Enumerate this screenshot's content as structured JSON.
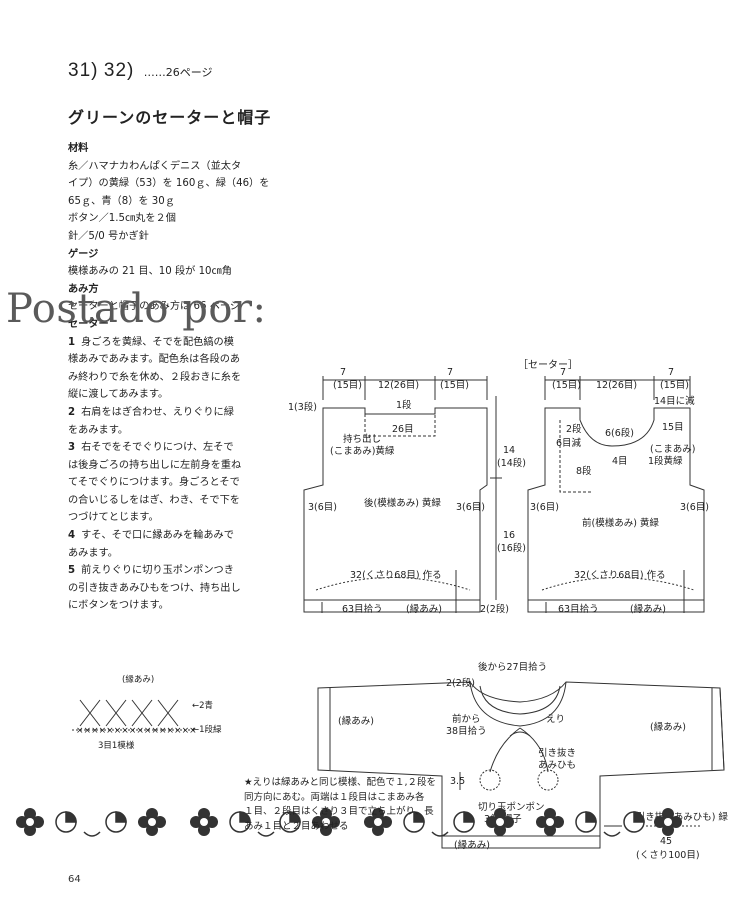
{
  "header": {
    "item_a": "31",
    "item_b": "32",
    "page_ref": "……26ページ"
  },
  "title": "グリーンのセーターと帽子",
  "materials": {
    "heading": "材料",
    "lines": [
      "糸／ハマナカわんぱくデニス（並太タ",
      "イプ）の黄緑（53）を 160ｇ、緑（46）を",
      "65ｇ、青（8）を 30ｇ",
      "ボタン／1.5㎝丸を２個",
      "針／5/0 号かぎ針"
    ]
  },
  "gauge": {
    "heading": "ゲージ",
    "line": "模様あみの 21 目、10 段が 10㎝角"
  },
  "method": {
    "heading": "あみ方",
    "line": "セーターと帽子のあみ方は 66 ページ"
  },
  "sweater_section": {
    "heading": "セーター"
  },
  "steps": [
    {
      "num": "1",
      "lines": [
        "身ごろを黄緑、そでを配色縞の模",
        "様あみであみます。配色糸は各段のあ",
        "み終わりで糸を休め、２段おきに糸を",
        "縦に渡してあみます。"
      ]
    },
    {
      "num": "2",
      "lines": [
        "右肩をはぎ合わせ、えりぐりに緑",
        "をあみます。"
      ]
    },
    {
      "num": "3",
      "lines": [
        "右そでをそでぐりにつけ、左そで",
        "は後身ごろの持ち出しに左前身を重ね",
        "てそでぐりにつけます。身ごろとそで",
        "の合いじるしをはぎ、わき、そで下を",
        "つづけてとじます。"
      ]
    },
    {
      "num": "4",
      "lines": [
        "すそ、そで口に縁あみを輪あみで",
        "あみます。"
      ]
    },
    {
      "num": "5",
      "lines": [
        "前えりぐりに切り玉ポンポンつき",
        "の引き抜きあみひもをつけ、持ち出し",
        "にボタンをつけます。"
      ]
    }
  ],
  "watermark": "Postado por:",
  "diagram": {
    "section_label": "［セーター］",
    "back": {
      "top_dims": [
        "7",
        "(15目)",
        "12(26目)",
        "7",
        "(15目)"
      ],
      "shoulder_note": "1(3段)",
      "neck_rows": "1段",
      "neck_sts": "26目",
      "flap_a": "持ち出し",
      "flap_b": "(こまあみ)黄緑",
      "center": "後(模様あみ) 黄緑",
      "armhole_left": "3(6目)",
      "armhole_right": "3(6目)",
      "cast_on": "32(くさり68目) 作る",
      "pickup": "63目拾う",
      "edge": "(縁あみ)",
      "hem_rows": "2(2段)"
    },
    "height": {
      "upper": "14",
      "upper_rows": "(14段)",
      "lower": "16",
      "lower_rows": "(16段)"
    },
    "front": {
      "top_dims": [
        "7",
        "(15目)",
        "12(26目)",
        "7",
        "(15目)"
      ],
      "side_note": "14目に減",
      "shoulder_a": "2段",
      "neck_a": "6目減",
      "neck_b": "6(6段)",
      "neck_c": "15目",
      "neck_d": "(こまあみ)",
      "neck_e": "1段黄緑",
      "drop_a": "8段",
      "drop_b": "4目",
      "center": "前(模様あみ) 黄緑",
      "armhole_left": "3(6目)",
      "armhole_right": "3(6目)",
      "cast_on": "32(くさり68目) 作る",
      "pickup": "63目拾う",
      "edge": "(縁あみ)"
    },
    "chart": {
      "label": "(縁あみ)",
      "row2": "←2青",
      "row1": "←1段緑",
      "repeat": "3目1模様"
    },
    "assembled": {
      "top_pickup": "後から27目拾う",
      "collar_rows": "2(2段)",
      "front_pickup_a": "前から",
      "front_pickup_b": "38目拾う",
      "collar": "えり",
      "cuff_left": "(縁あみ)",
      "cuff_right": "(縁あみ)",
      "cord_a": "引き抜き",
      "cord_b": "あみひも",
      "pompom_height": "3.5",
      "pompom_label": "切り玉ポンポン",
      "pompom_color": "3個 帽子",
      "hem": "(縁あみ)",
      "cord_detail": "(引き抜きあみひも) 緑",
      "cord_len": "45",
      "cord_chain": "(くさり100目)"
    },
    "note_lines": [
      "★えりは緑あみと同じ模様、配色で１,２段を",
      "同方向にあむ。両端は１段目はこまあみ各",
      "１目、２段目はくさり３目で立ち上がり、長",
      "あみ１目と２目あわせる"
    ]
  },
  "page_number": "64"
}
